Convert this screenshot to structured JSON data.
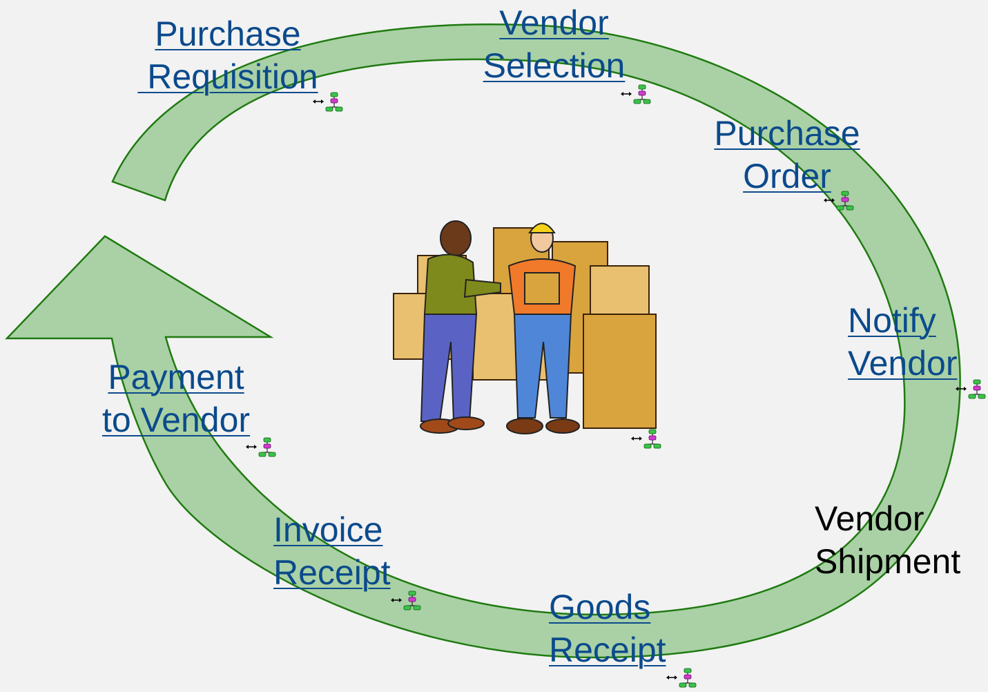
{
  "colors": {
    "background": "#f2f2f2",
    "arrow_fill": "#a9d1a5",
    "arrow_stroke": "#1f7a10",
    "link_text": "#0b4a8c",
    "plain_text": "#000000"
  },
  "steps": {
    "purchase_requisition": {
      "line1": "Purchase",
      "line2": " Requisition"
    },
    "vendor_selection": {
      "line1": "Vendor",
      "line2": "Selection"
    },
    "purchase_order": {
      "line1": "Purchase",
      "line2": "Order"
    },
    "notify_vendor": {
      "line1": "Notify",
      "line2": "Vendor"
    },
    "vendor_shipment": {
      "line1": "Vendor",
      "line2": "Shipment"
    },
    "goods_receipt": {
      "line1": "Goods",
      "line2": "Receipt"
    },
    "invoice_receipt": {
      "line1": "Invoice",
      "line2": "Receipt"
    },
    "payment_to_vendor": {
      "line1": "Payment",
      "line2": "to Vendor"
    }
  },
  "icons": {
    "process_link": "hierarchy-link-icon",
    "cycle_arrow": "cycle-arrow",
    "illustration": "workers-with-boxes-clipart"
  }
}
